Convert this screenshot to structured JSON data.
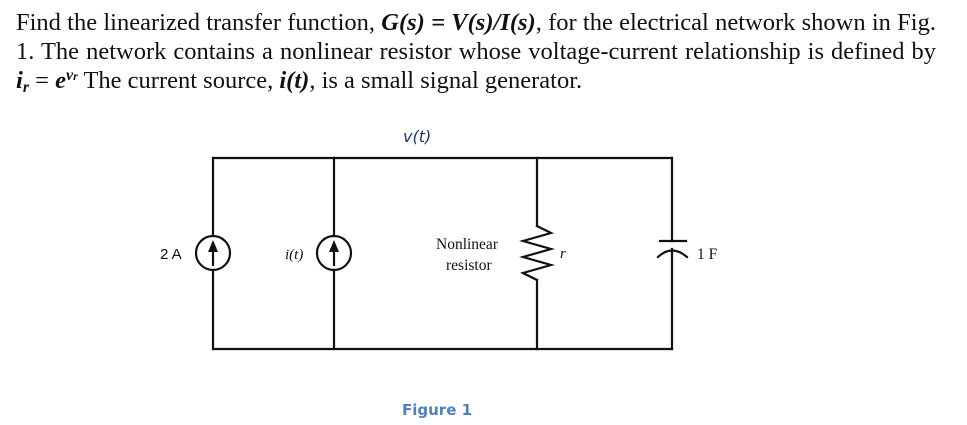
{
  "problem": {
    "part1": "Find the linearized transfer function, ",
    "tf": "G(s) = V(s)/I(s)",
    "part2": ", for the electrical network shown in Fig. 1. The network contains a nonlinear resistor whose voltage-current relationship is defined by ",
    "ir_base": "i",
    "ir_sub": "r",
    "equals": " = ",
    "exp_base": "e",
    "exp_sup": "v",
    "exp_sup_sub": "r",
    "part3": "  The current source, ",
    "source": "i(t)",
    "part4": ", is a small signal generator."
  },
  "figure": {
    "node_voltage_label": "v(t)",
    "dc_source_label": "2 A",
    "signal_source_label": "i(t)",
    "resistor_label_line1": "Nonlinear",
    "resistor_label_line2": "resistor",
    "resistor_symbol": "r",
    "capacitor_label": "1 F",
    "caption": "Figure 1"
  }
}
